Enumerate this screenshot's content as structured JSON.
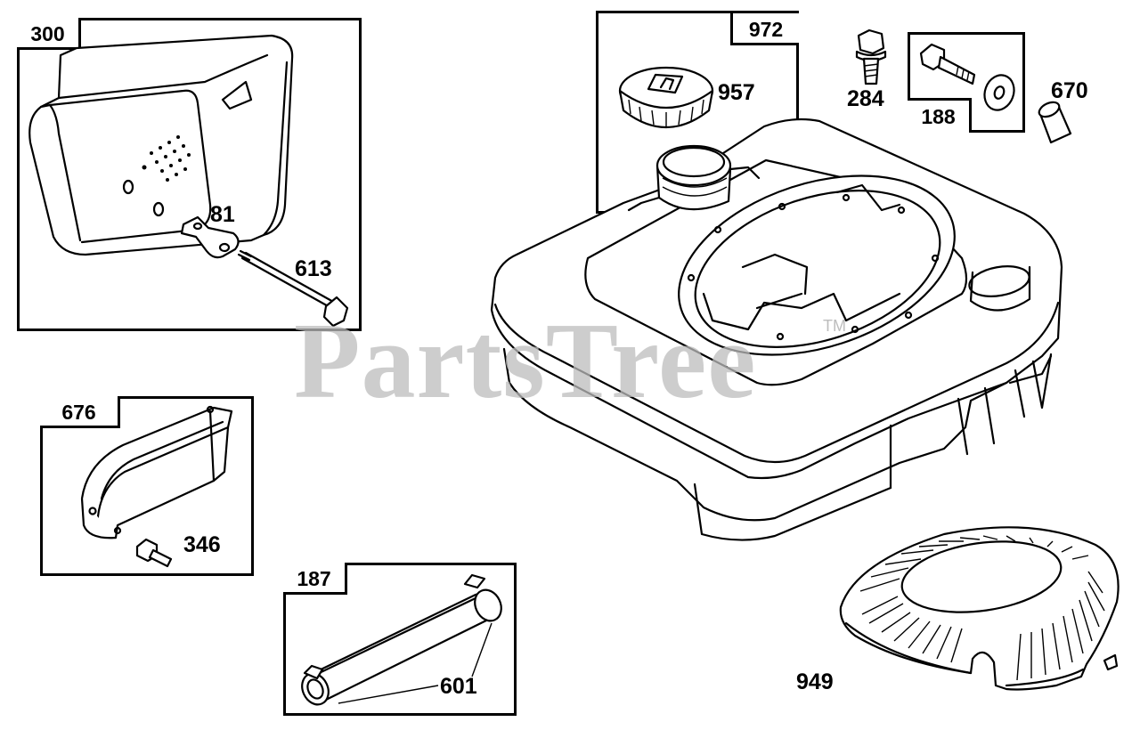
{
  "watermark": {
    "text": "PartsTree",
    "tm": "TM"
  },
  "groups": {
    "g300": "300",
    "g972": "972",
    "g188": "188",
    "g676": "676",
    "g187": "187"
  },
  "parts": {
    "p81": "81",
    "p613": "613",
    "p957": "957",
    "p284": "284",
    "p670": "670",
    "p346": "346",
    "p601": "601",
    "p949": "949"
  }
}
